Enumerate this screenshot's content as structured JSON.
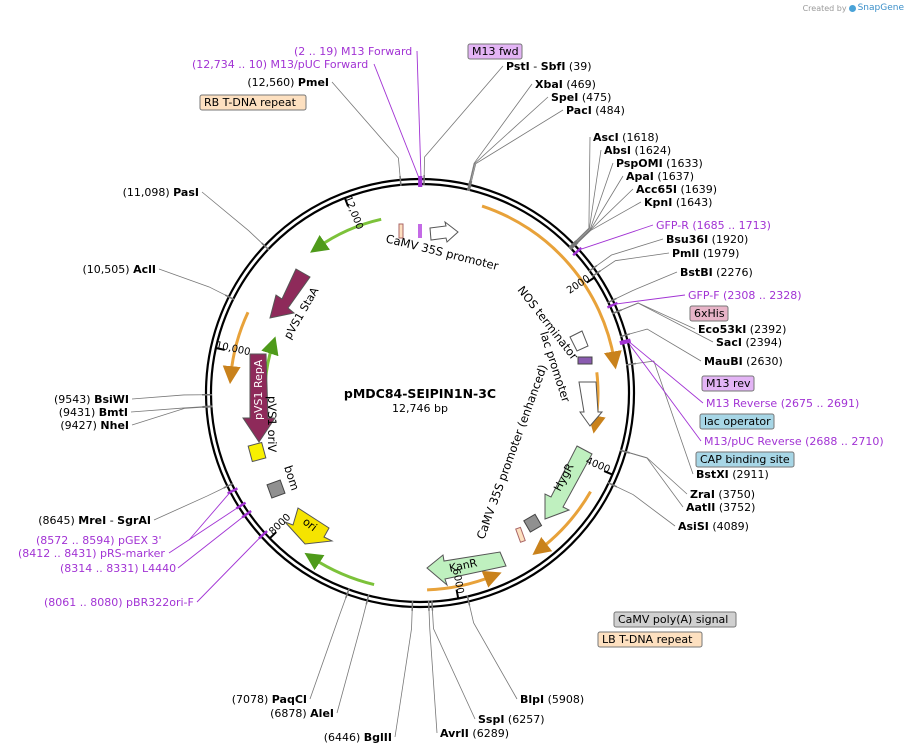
{
  "credit": {
    "prefix": "Created by",
    "brand": "SnapGene"
  },
  "plasmid": {
    "name": "pMDC84-SEIPIN1N-3C",
    "size": "12,746 bp",
    "length": 12746
  },
  "ticks": [
    {
      "pos": 2000,
      "label": "2000"
    },
    {
      "pos": 4000,
      "label": "4000"
    },
    {
      "pos": 6000,
      "label": "6000"
    },
    {
      "pos": 8000,
      "label": "8000"
    },
    {
      "pos": 10000,
      "label": "10,000"
    },
    {
      "pos": 12000,
      "label": "12,000"
    }
  ],
  "sites_right": [
    {
      "name": "PstI",
      "name2": "SbfI",
      "pos": 39,
      "pos_label": "(39)"
    },
    {
      "name": "XbaI",
      "pos": 469,
      "pos_label": "(469)"
    },
    {
      "name": "SpeI",
      "pos": 475,
      "pos_label": "(475)"
    },
    {
      "name": "PacI",
      "pos": 484,
      "pos_label": "(484)"
    },
    {
      "name": "AscI",
      "pos": 1618,
      "pos_label": "(1618)"
    },
    {
      "name": "AbsI",
      "pos": 1624,
      "pos_label": "(1624)"
    },
    {
      "name": "PspOMI",
      "pos": 1633,
      "pos_label": "(1633)"
    },
    {
      "name": "ApaI",
      "pos": 1637,
      "pos_label": "(1637)"
    },
    {
      "name": "Acc65I",
      "pos": 1639,
      "pos_label": "(1639)"
    },
    {
      "name": "KpnI",
      "pos": 1643,
      "pos_label": "(1643)"
    },
    {
      "name": "Bsu36I",
      "pos": 1920,
      "pos_label": "(1920)"
    },
    {
      "name": "PmlI",
      "pos": 1979,
      "pos_label": "(1979)"
    },
    {
      "name": "BstBI",
      "pos": 2276,
      "pos_label": "(2276)"
    },
    {
      "name": "Eco53kI",
      "pos": 2392,
      "pos_label": "(2392)"
    },
    {
      "name": "SacI",
      "pos": 2394,
      "pos_label": "(2394)"
    },
    {
      "name": "MauBI",
      "pos": 2630,
      "pos_label": "(2630)"
    },
    {
      "name": "BstXI",
      "pos": 2911,
      "pos_label": "(2911)"
    },
    {
      "name": "ZraI",
      "pos": 3750,
      "pos_label": "(3750)"
    },
    {
      "name": "AatII",
      "pos": 3752,
      "pos_label": "(3752)"
    },
    {
      "name": "AsiSI",
      "pos": 4089,
      "pos_label": "(4089)"
    },
    {
      "name": "BlpI",
      "pos": 5908,
      "pos_label": "(5908)"
    },
    {
      "name": "SspI",
      "pos": 6257,
      "pos_label": "(6257)"
    },
    {
      "name": "AvrII",
      "pos": 6289,
      "pos_label": "(6289)"
    }
  ],
  "sites_left": [
    {
      "name": "BglII",
      "pos": 6446,
      "pos_label": "(6446)"
    },
    {
      "name": "AleI",
      "pos": 6878,
      "pos_label": "(6878)"
    },
    {
      "name": "PaqCI",
      "pos": 7078,
      "pos_label": "(7078)"
    },
    {
      "name": "MreI",
      "name2": "SgrAI",
      "pos": 8645,
      "pos_label": "(8645)"
    },
    {
      "name": "NheI",
      "pos": 9427,
      "pos_label": "(9427)"
    },
    {
      "name": "BmtI",
      "pos": 9431,
      "pos_label": "(9431)"
    },
    {
      "name": "BsiWI",
      "pos": 9543,
      "pos_label": "(9543)"
    },
    {
      "name": "AclI",
      "pos": 10505,
      "pos_label": "(10,505)"
    },
    {
      "name": "PasI",
      "pos": 11098,
      "pos_label": "(11,098)"
    },
    {
      "name": "PmeI",
      "pos": 12560,
      "pos_label": "(12,560)"
    }
  ],
  "primers": [
    {
      "name": "M13 Forward",
      "range": "(2 .. 19)",
      "pos": 10
    },
    {
      "name": "M13/pUC Forward",
      "range": "(12,734 .. 10)",
      "pos": 12740
    },
    {
      "name": "GFP-R",
      "range": "(1685 .. 1713)",
      "pos": 1700
    },
    {
      "name": "GFP-F",
      "range": "(2308 .. 2328)",
      "pos": 2318
    },
    {
      "name": "M13 Reverse",
      "range": "(2675 .. 2691)",
      "pos": 2683
    },
    {
      "name": "M13/pUC Reverse",
      "range": "(2688 .. 2710)",
      "pos": 2699
    },
    {
      "name": "pGEX 3'",
      "range": "(8572 .. 8594)",
      "pos": 8583
    },
    {
      "name": "pRS-marker",
      "range": "(8412 .. 8431)",
      "pos": 8421
    },
    {
      "name": "L4440",
      "range": "(8314 .. 8331)",
      "pos": 8322
    },
    {
      "name": "pBR322ori-F",
      "range": "(8061 .. 8080)",
      "pos": 8070
    }
  ],
  "boxed_features": [
    {
      "name": "M13 fwd",
      "type": "primer_bind",
      "color": "#e3b4f5"
    },
    {
      "name": "RB T-DNA repeat",
      "type": "repeat",
      "color": "#fde0c0"
    },
    {
      "name": "6xHis",
      "type": "tag",
      "color": "#e8b4c8"
    },
    {
      "name": "M13 rev",
      "type": "primer_bind",
      "color": "#e3b4f5"
    },
    {
      "name": "lac operator",
      "type": "protein_bind",
      "color": "#a7d6e6"
    },
    {
      "name": "CAP binding site",
      "type": "protein_bind",
      "color": "#a7d6e6"
    },
    {
      "name": "CaMV poly(A) signal",
      "type": "terminator",
      "color": "#d0d0d0"
    },
    {
      "name": "LB T-DNA repeat",
      "type": "repeat",
      "color": "#fde0c0"
    }
  ],
  "inner_labels": [
    {
      "name": "CaMV 35S promoter"
    },
    {
      "name": "NOS terminator"
    },
    {
      "name": "lac promoter"
    },
    {
      "name": "CaMV 35S promoter (enhanced)"
    },
    {
      "name": "pVS1 StaA"
    },
    {
      "name": "pVS1 RepA"
    },
    {
      "name": "pVS1 oriV"
    },
    {
      "name": "bom"
    },
    {
      "name": "ori"
    },
    {
      "name": "KanR"
    },
    {
      "name": "HygR"
    }
  ],
  "colors": {
    "orf_orange": "#e8a23a",
    "orf_green": "#7cc23a",
    "primer_purple": "#a233d4",
    "hygr_green": "#bff0bf",
    "kanr_green": "#bff0bf",
    "pvs1_maroon": "#8e2a5a",
    "ori_yellow": "#f5e400",
    "bom_gray": "#8a8a8a",
    "orivyellow": "#f8f000"
  }
}
